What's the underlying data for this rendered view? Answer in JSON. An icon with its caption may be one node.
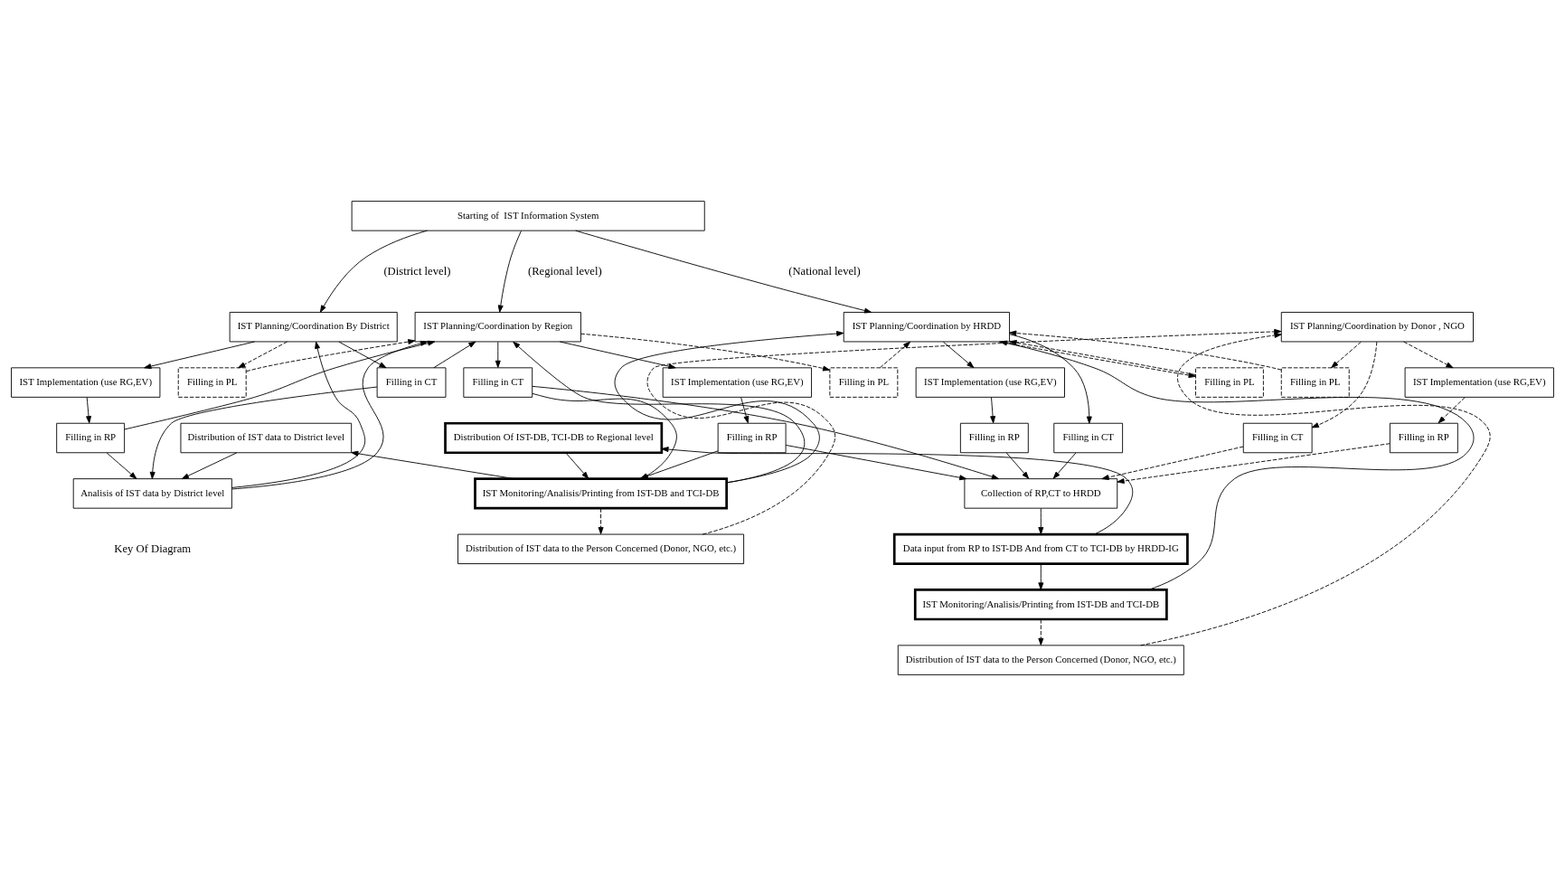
{
  "diagram": {
    "nodes": [
      {
        "text": [
          "Starting of  IST Information System"
        ]
      },
      {
        "text": [
          "IST Planning/Coordination By District"
        ]
      },
      {
        "text": [
          "IST Implementation (use RG,EV)"
        ]
      },
      {
        "text": [
          "Filling in PL"
        ]
      },
      {
        "text": [
          "Filling in RP"
        ]
      },
      {
        "text": [
          "Filling in CT"
        ]
      },
      {
        "text": [
          "IST Planning/Coordination by Region"
        ]
      },
      {
        "text": [
          "IST Implementation (use RG,EV)"
        ]
      },
      {
        "text": [
          "Filling in PL"
        ]
      },
      {
        "text": [
          "Filling in RP"
        ]
      },
      {
        "text": [
          "Filling in CT"
        ]
      },
      {
        "text": [
          "IST Planning/Coordination by HRDD"
        ]
      },
      {
        "text": [
          "IST Implementation (use RG,EV)"
        ]
      },
      {
        "text": [
          "Filling in PL"
        ]
      },
      {
        "text": [
          "Filling in RP"
        ]
      },
      {
        "text": [
          "Filling in CT"
        ]
      },
      {
        "text": [
          "IST Planning/Coordination by Donor , NGO"
        ]
      },
      {
        "text": [
          "IST Implementation (use RG,EV)"
        ]
      },
      {
        "text": [
          "Filling in PL"
        ]
      },
      {
        "text": [
          "Filling in RP"
        ]
      },
      {
        "text": [
          "Filling in CT"
        ]
      },
      {
        "text": [
          "Collection of RP,CT to HRDD"
        ]
      },
      {
        "text": [
          "Data input from RP to IST-DB And from CT to TCI-DB by HRDD-IG"
        ]
      },
      {
        "text": [
          "IST Monitoring/Analisis/Printing from IST-DB and TCI-DB"
        ]
      },
      {
        "text": [
          "Distribution of IST data to the Person Concerned (Donor, NGO, etc.)"
        ]
      },
      {
        "text": [
          "Distribution of IST data to District level"
        ]
      },
      {
        "text": [
          "Analisis of IST data by District level"
        ]
      },
      {
        "text": [
          "Distribution Of IST-DB, TCI-DB to Regional level"
        ]
      },
      {
        "text": [
          "IST Monitoring/Analisis/Printing from IST-DB and TCI-DB"
        ]
      },
      {
        "text": [
          "Distribution of IST data to the Person Concerned (Donor, NGO, etc.)"
        ]
      }
    ],
    "edges": [
      {
        "from": 0,
        "to": 1,
        "arrow": "to"
      },
      {
        "from": 0,
        "to": 6,
        "arrow": "to"
      },
      {
        "from": 0,
        "to": 11,
        "arrow": "to"
      },
      {
        "from": 1,
        "to": 2,
        "arrow": "to"
      },
      {
        "from": 1,
        "to": 5,
        "arrow": "to"
      },
      {
        "from": 1,
        "to": 3,
        "arrow": "to",
        "style": "dashed"
      },
      {
        "from": 2,
        "to": 4,
        "arrow": "to"
      },
      {
        "from": 4,
        "to": 6,
        "arrow": "to"
      },
      {
        "from": 5,
        "to": 6,
        "arrow": "to"
      },
      {
        "from": 4,
        "to": 26,
        "arrow": "to"
      },
      {
        "from": 5,
        "to": 26,
        "arrow": "to"
      },
      {
        "from": 3,
        "to": 6,
        "arrow": "to",
        "style": "dashed"
      },
      {
        "from": 26,
        "to": 1,
        "arrow": "to"
      },
      {
        "from": 26,
        "to": 6,
        "arrow": "to"
      },
      {
        "from": 25,
        "to": 26,
        "arrow": "to"
      },
      {
        "from": 6,
        "to": 7,
        "arrow": "to"
      },
      {
        "from": 6,
        "to": 10,
        "arrow": "to"
      },
      {
        "from": 6,
        "to": 8,
        "arrow": "to",
        "style": "dashed"
      },
      {
        "from": 7,
        "to": 9,
        "arrow": "to"
      },
      {
        "from": 9,
        "to": 21,
        "arrow": "to"
      },
      {
        "from": 10,
        "to": 21,
        "arrow": "to"
      },
      {
        "from": 9,
        "to": 28,
        "arrow": "to"
      },
      {
        "from": 10,
        "to": 28,
        "arrow": "to"
      },
      {
        "from": 8,
        "to": 11,
        "arrow": "to",
        "style": "dashed"
      },
      {
        "from": 27,
        "to": 28,
        "arrow": "to"
      },
      {
        "from": 28,
        "to": 25,
        "arrow": "to"
      },
      {
        "from": 28,
        "to": 6,
        "arrow": "to"
      },
      {
        "from": 28,
        "to": 11,
        "arrow": "to"
      },
      {
        "from": 28,
        "to": 29,
        "arrow": "to",
        "style": "dashed"
      },
      {
        "from": 11,
        "to": 12,
        "arrow": "to"
      },
      {
        "from": 11,
        "to": 15,
        "arrow": "to"
      },
      {
        "from": 11,
        "to": 13,
        "arrow": "to",
        "style": "dashed"
      },
      {
        "from": 12,
        "to": 14,
        "arrow": "to"
      },
      {
        "from": 14,
        "to": 21,
        "arrow": "to"
      },
      {
        "from": 15,
        "to": 21,
        "arrow": "to"
      },
      {
        "from": 13,
        "to": 11,
        "arrow": "to",
        "style": "dashed"
      },
      {
        "from": 21,
        "to": 22,
        "arrow": "to"
      },
      {
        "from": 22,
        "to": 27,
        "arrow": "to"
      },
      {
        "from": 22,
        "to": 23,
        "arrow": "to"
      },
      {
        "from": 23,
        "to": 24,
        "arrow": "to",
        "style": "dashed"
      },
      {
        "from": 23,
        "to": 11,
        "arrow": "to"
      },
      {
        "from": 16,
        "to": 17,
        "arrow": "to",
        "style": "dashed"
      },
      {
        "from": 16,
        "to": 20,
        "arrow": "to",
        "style": "dashed"
      },
      {
        "from": 16,
        "to": 18,
        "arrow": "to",
        "style": "dashed"
      },
      {
        "from": 17,
        "to": 19,
        "arrow": "to",
        "style": "dashed"
      },
      {
        "from": 19,
        "to": 21,
        "arrow": "to",
        "style": "dashed"
      },
      {
        "from": 20,
        "to": 21,
        "arrow": "to",
        "style": "dashed"
      },
      {
        "from": 18,
        "to": 11,
        "arrow": "to",
        "style": "dashed"
      },
      {
        "from": 24,
        "to": 16,
        "arrow": "to",
        "style": "dashed"
      },
      {
        "from": 29,
        "to": 16,
        "arrow": "to",
        "style": "dashed"
      }
    ],
    "labels": [
      "(District level)",
      "(Regional level)",
      "(National level)",
      "Key Of Diagram"
    ]
  }
}
